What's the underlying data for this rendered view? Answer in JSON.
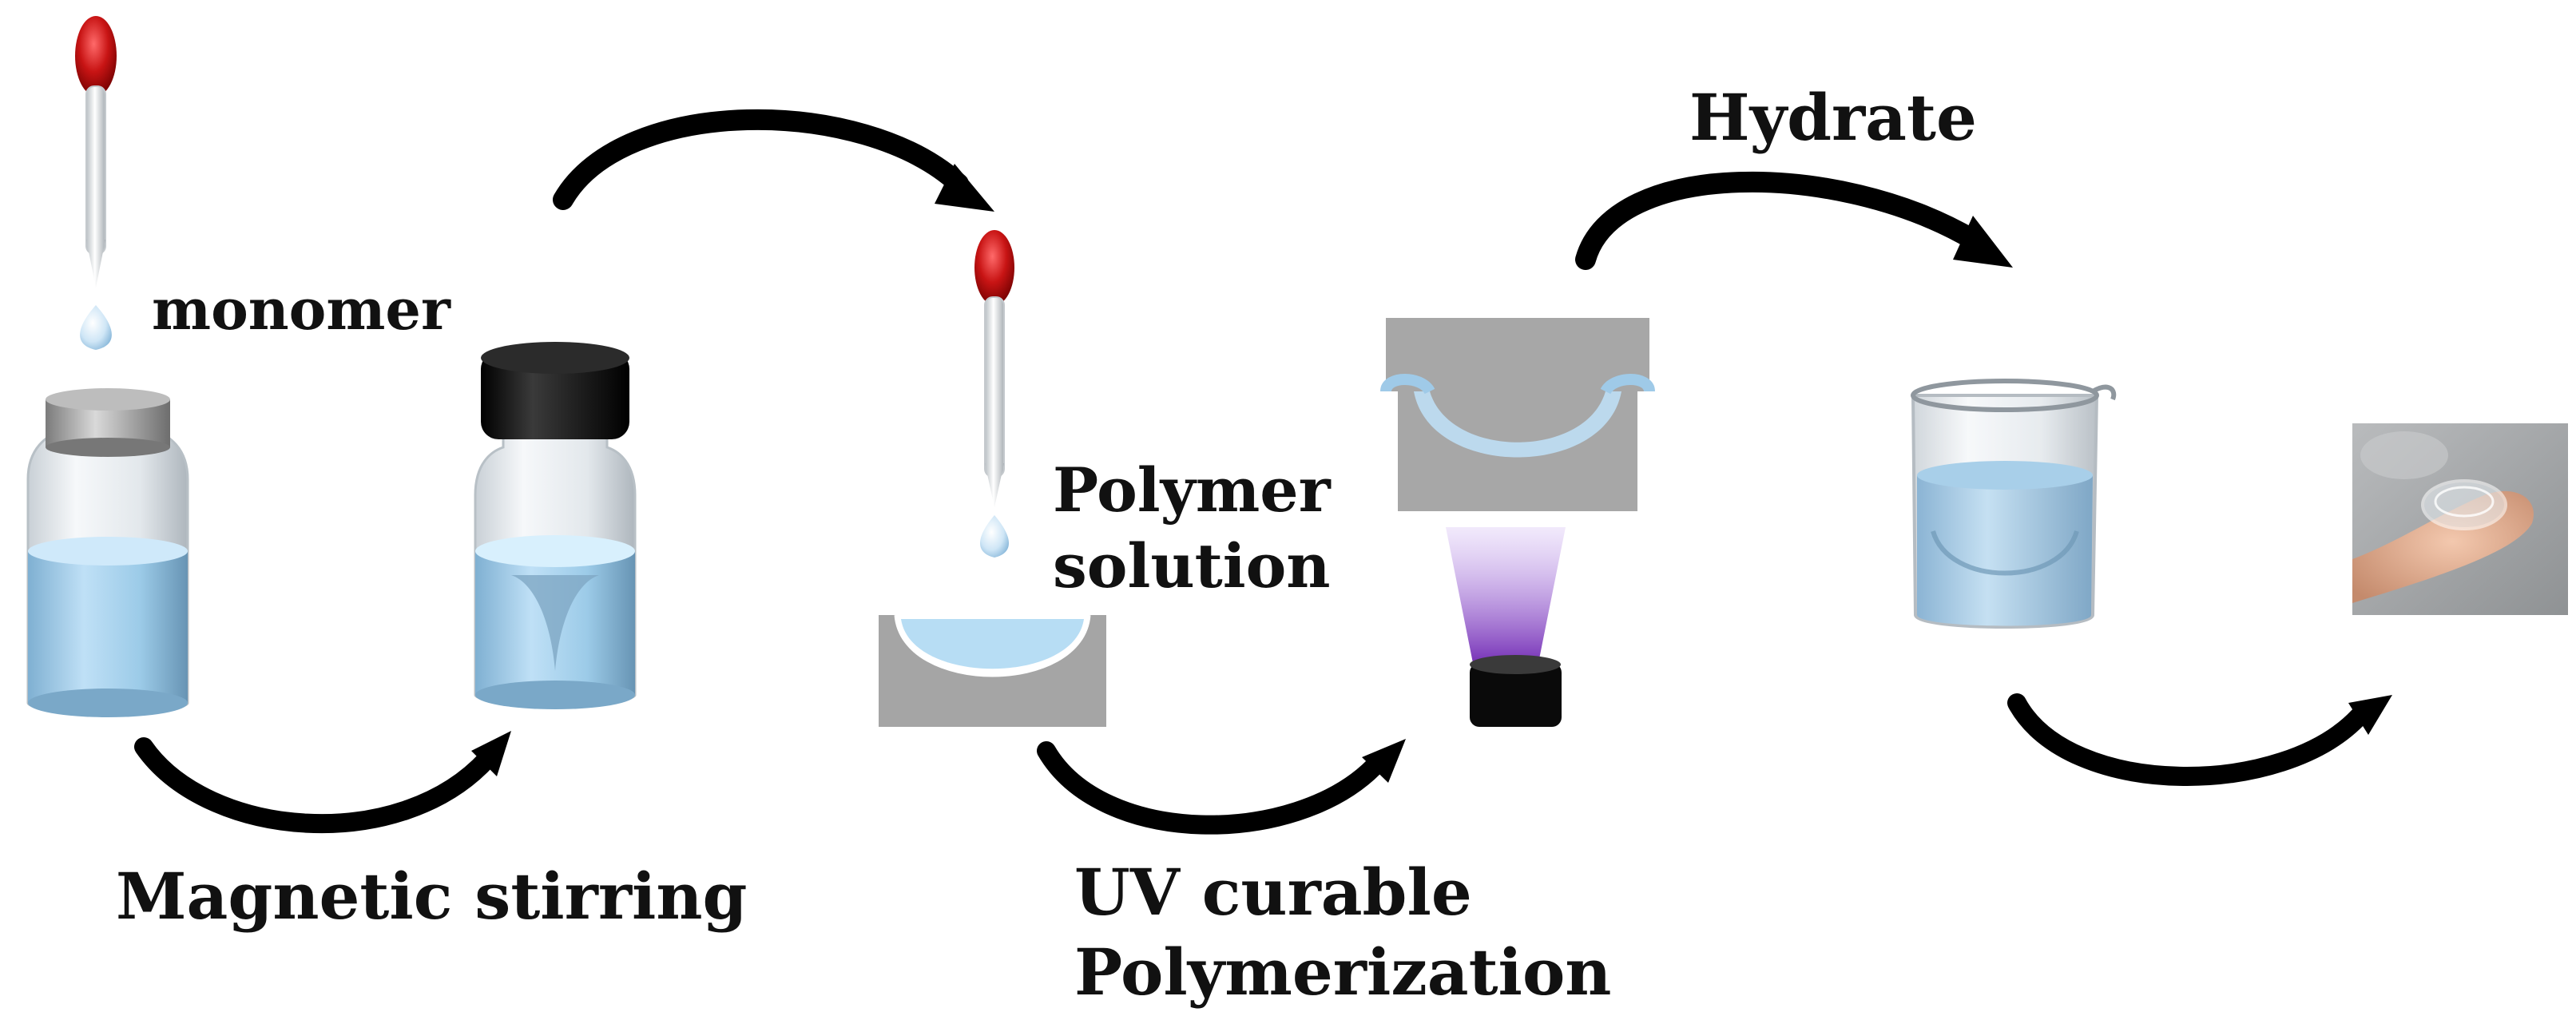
{
  "labels": {
    "monomer": "monomer",
    "stirring": "Magnetic stirring",
    "polymer_line1": "Polymer",
    "polymer_line2": "solution",
    "uv_line1": "UV curable",
    "uv_line2": "Polymerization",
    "hydrate": "Hydrate"
  },
  "colors": {
    "liquid": "#a9d3ee",
    "liquid_dark": "#6e9fbf",
    "glass": "#e9eef2",
    "steel": "#9a9a9a",
    "cap_black": "#111111",
    "dropper_bulb": "#c81414",
    "uv_glow": "#8a3fc8",
    "arrow": "#000000",
    "text": "#111111"
  },
  "icons": {
    "dropper": "dropper-icon",
    "vial": "vial-icon",
    "mold": "lens-mold-icon",
    "uv_lamp": "uv-lamp-icon",
    "beaker": "beaker-icon",
    "lens_photo": "contact-lens-on-finger-photo"
  }
}
